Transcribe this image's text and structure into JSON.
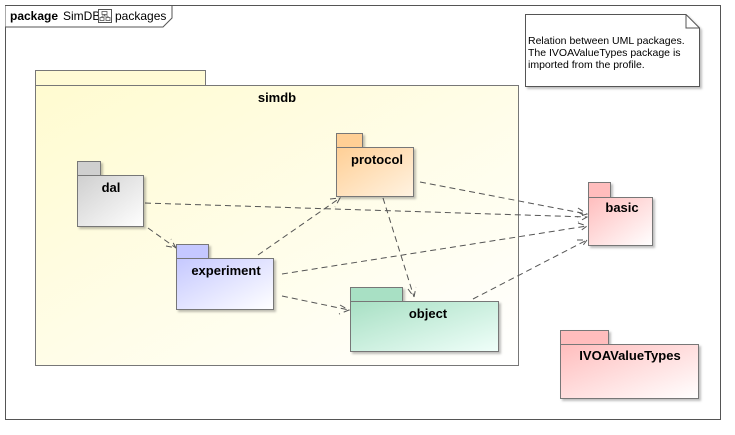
{
  "frame": {
    "keyword": "package",
    "name": "SimDB[",
    "diagram_icon": "package-diagram-icon",
    "diagram_name": "packages"
  },
  "note": {
    "lines": [
      "Relation between UML packages.",
      "The IVOAValueTypes package is",
      "imported from the profile."
    ]
  },
  "packages": {
    "simdb": "simdb",
    "dal": "dal",
    "protocol": "protocol",
    "experiment": "experiment",
    "object": "object",
    "basic": "basic",
    "ivoa": "IVOAValueTypes"
  },
  "colors": {
    "simdb": "#fffbd5",
    "dal": "#d4d4d4",
    "protocol": "#ffd9a8",
    "experiment": "#d2d4ff",
    "object": "#b9e8d1",
    "basic": "#ffc9c9",
    "ivoa": "#ffc9c9",
    "note": "#ffffff"
  }
}
